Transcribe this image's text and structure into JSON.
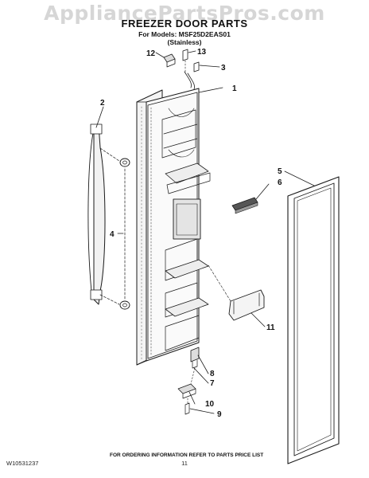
{
  "watermark": "AppliancePartsPros.com",
  "title": "FREEZER DOOR PARTS",
  "subtitle_models": "For Models: MSF25D2EAS01",
  "subtitle_finish": "(Stainless)",
  "callouts": {
    "c1": "1",
    "c2": "2",
    "c3": "3",
    "c4": "4",
    "c5": "5",
    "c6": "6",
    "c7": "7",
    "c8": "8",
    "c9": "9",
    "c10": "10",
    "c11": "11",
    "c12": "12",
    "c13": "13"
  },
  "footer_note": "FOR ORDERING INFORMATION REFER TO PARTS PRICE LIST",
  "doc_code": "W10531237",
  "page_number": "11"
}
